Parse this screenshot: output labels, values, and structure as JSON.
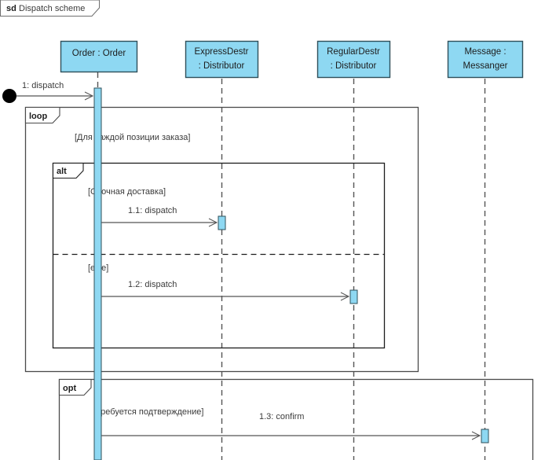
{
  "diagram": {
    "kind_keyword": "sd",
    "title": "Dispatch scheme",
    "type": "uml-sequence-diagram",
    "colors": {
      "lifeline_fill": "#8ED8F2",
      "lifeline_stroke": "#2F4F5A",
      "activation_fill": "#8ED8F2",
      "activation_stroke": "#2F4F5A",
      "frame_stroke": "#4a4a4a",
      "line_stroke": "#555555",
      "text": "#3b3b3b",
      "start_node": "#000000"
    }
  },
  "lifelines": [
    {
      "id": "order",
      "name": "Order : Order",
      "line1": "Order : Order",
      "line2": ""
    },
    {
      "id": "expressdestr",
      "name": "ExpressDestr : Distributor",
      "line1": "ExpressDestr",
      "line2": ": Distributor"
    },
    {
      "id": "regulardestr",
      "name": "RegularDestr : Distributor",
      "line1": "RegularDestr",
      "line2": ": Distributor"
    },
    {
      "id": "messenger",
      "name": "Message : Messanger",
      "line1": "Message :",
      "line2": "Messanger"
    }
  ],
  "start_node": {
    "label": "found-message-start"
  },
  "messages": [
    {
      "id": "m0",
      "label": "1: dispatch",
      "from": "start",
      "to": "order"
    },
    {
      "id": "m1",
      "label": "1.1: dispatch",
      "from": "order",
      "to": "expressdestr"
    },
    {
      "id": "m2",
      "label": "1.2: dispatch",
      "from": "order",
      "to": "regulardestr"
    },
    {
      "id": "m3",
      "label": "1.3: confirm",
      "from": "order",
      "to": "messenger"
    }
  ],
  "fragments": [
    {
      "id": "loop",
      "keyword": "loop",
      "guard": "[Для каждой позиции заказа]"
    },
    {
      "id": "alt",
      "keyword": "alt",
      "guard": "[Срочная доставка]",
      "else_guard": "[else]"
    },
    {
      "id": "opt",
      "keyword": "opt",
      "guard": "[Требуется подтверждение]"
    }
  ]
}
